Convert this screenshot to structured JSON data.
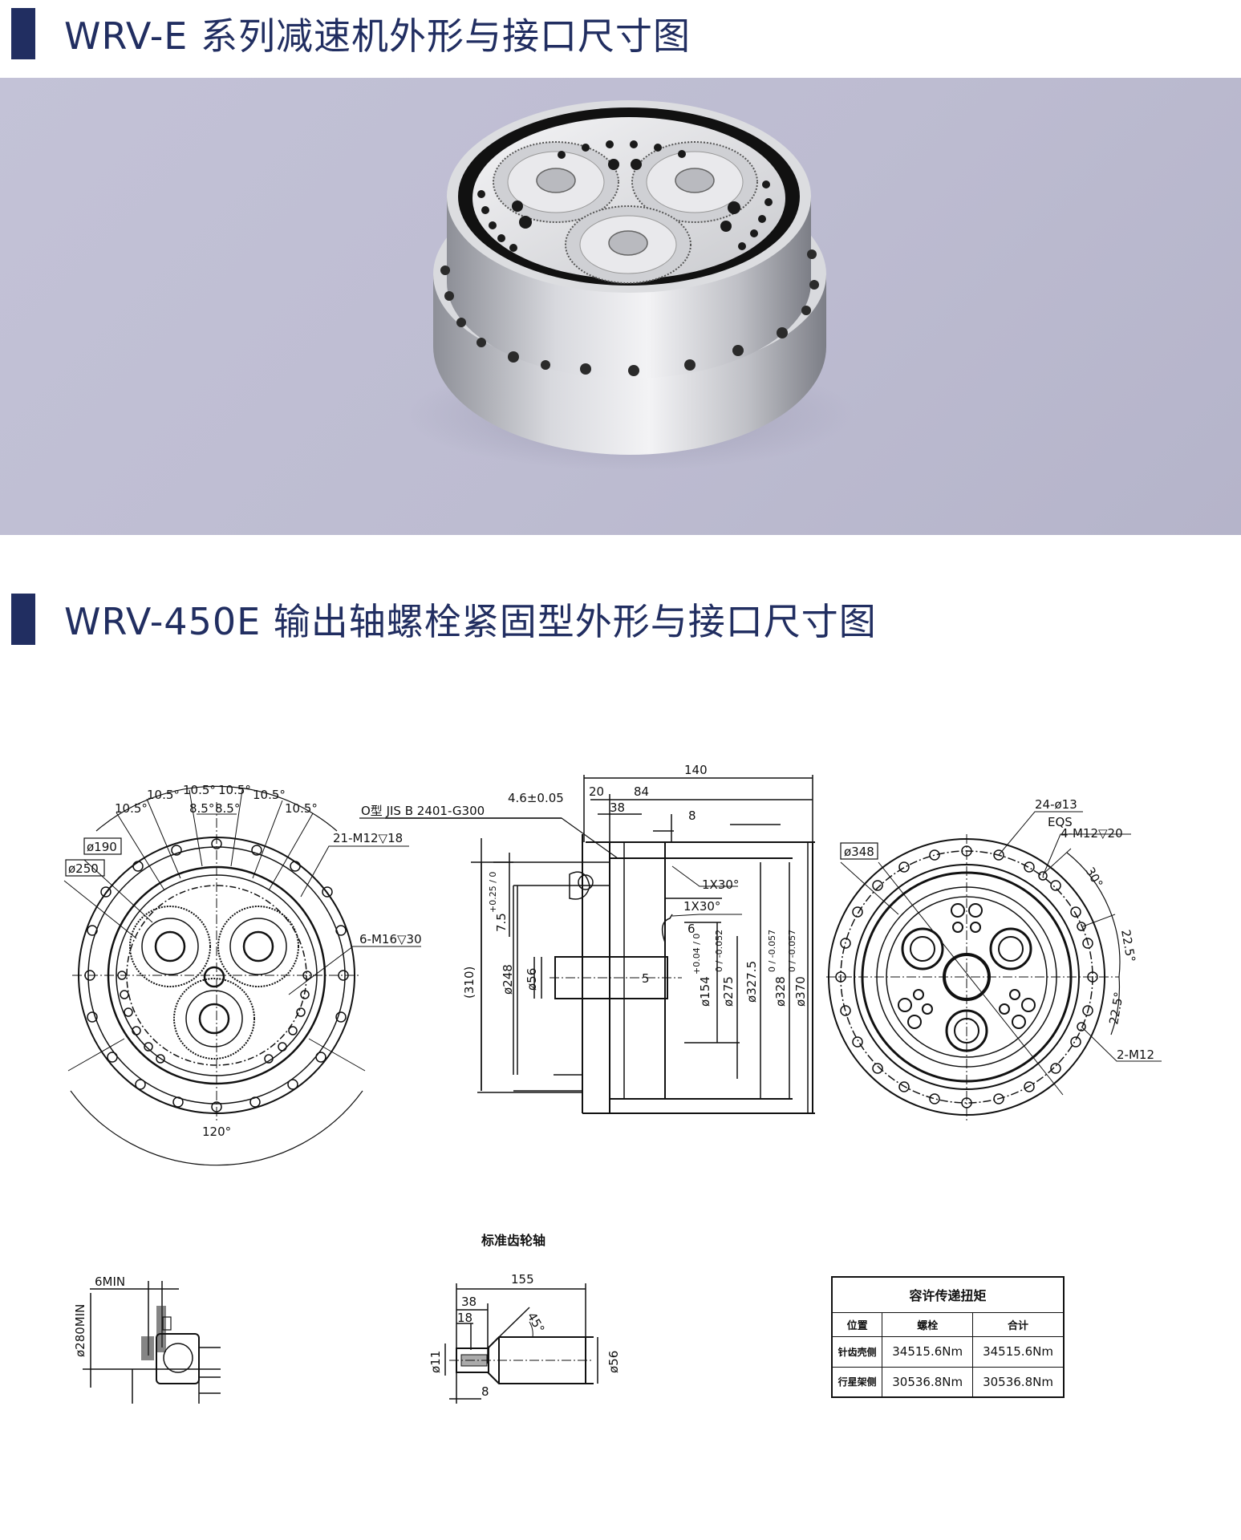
{
  "sections": [
    {
      "title": "WRV-E 系列减速机外形与接口尺寸图",
      "accent_color": "#212e61"
    },
    {
      "title": "WRV-450E 输出轴螺栓紧固型外形与接口尺寸图",
      "accent_color": "#212e61"
    }
  ],
  "product_render": {
    "alt": "WRV-E series RV reducer 3D render",
    "background": "#bfbed3"
  },
  "front_view_left": {
    "angles": [
      "10.5°",
      "10.5°",
      "10.5°",
      "10.5°",
      "10.5°",
      "10.5°",
      "8.5°",
      "8.5°"
    ],
    "labels": {
      "d190": "ø190",
      "d250": "ø250",
      "holes_a": "21-M12▽18",
      "holes_b": "6-M16▽30",
      "angle_bottom": "120°"
    }
  },
  "side_view": {
    "oring": "O型 JIS B 2401-G300",
    "dims": {
      "total": "140",
      "d20": "20",
      "d84": "84",
      "d38": "38",
      "d8": "8",
      "tol46": "4.6±0.05",
      "ch1": "1X30°",
      "ch2": "1X30°",
      "d6": "6",
      "d5": "5",
      "h75": "7.5",
      "h75_tol": "+0.25 / 0",
      "d310": "(310)",
      "d248": "ø248",
      "d56": "ø56",
      "d154": "ø154",
      "d154_tol": "+0.04 / 0",
      "d275": "ø275",
      "d275_tol": "0 / -0.052",
      "d3275": "ø327.5",
      "d328": "ø328",
      "d328_tol": "0 / -0.057",
      "d370": "ø370",
      "d370_tol": "0 / -0.057"
    }
  },
  "front_view_right": {
    "labels": {
      "d348": "ø348",
      "holes_a": "24-ø13",
      "eqs": "EQS",
      "holes_b": "4-M12▽20",
      "a30": "30°",
      "a225a": "22.5°",
      "a225b": "22.5°",
      "holes_c": "2-M12"
    }
  },
  "detail_view": {
    "min_w": "6MIN",
    "min_d": "ø280MIN"
  },
  "gear_shaft": {
    "caption": "标准齿轮轴",
    "dims": {
      "l155": "155",
      "l38": "38",
      "l18": "18",
      "l8": "8",
      "a45": "45°",
      "d11": "ø11",
      "d56": "ø56"
    }
  },
  "torque_table": {
    "title": "容许传递扭矩",
    "headers": [
      "位置",
      "螺栓",
      "合计"
    ],
    "rows": [
      {
        "position": "针齿壳侧",
        "bolt": "34515.6Nm",
        "total": "34515.6Nm"
      },
      {
        "position": "行星架侧",
        "bolt": "30536.8Nm",
        "total": "30536.8Nm"
      }
    ]
  }
}
